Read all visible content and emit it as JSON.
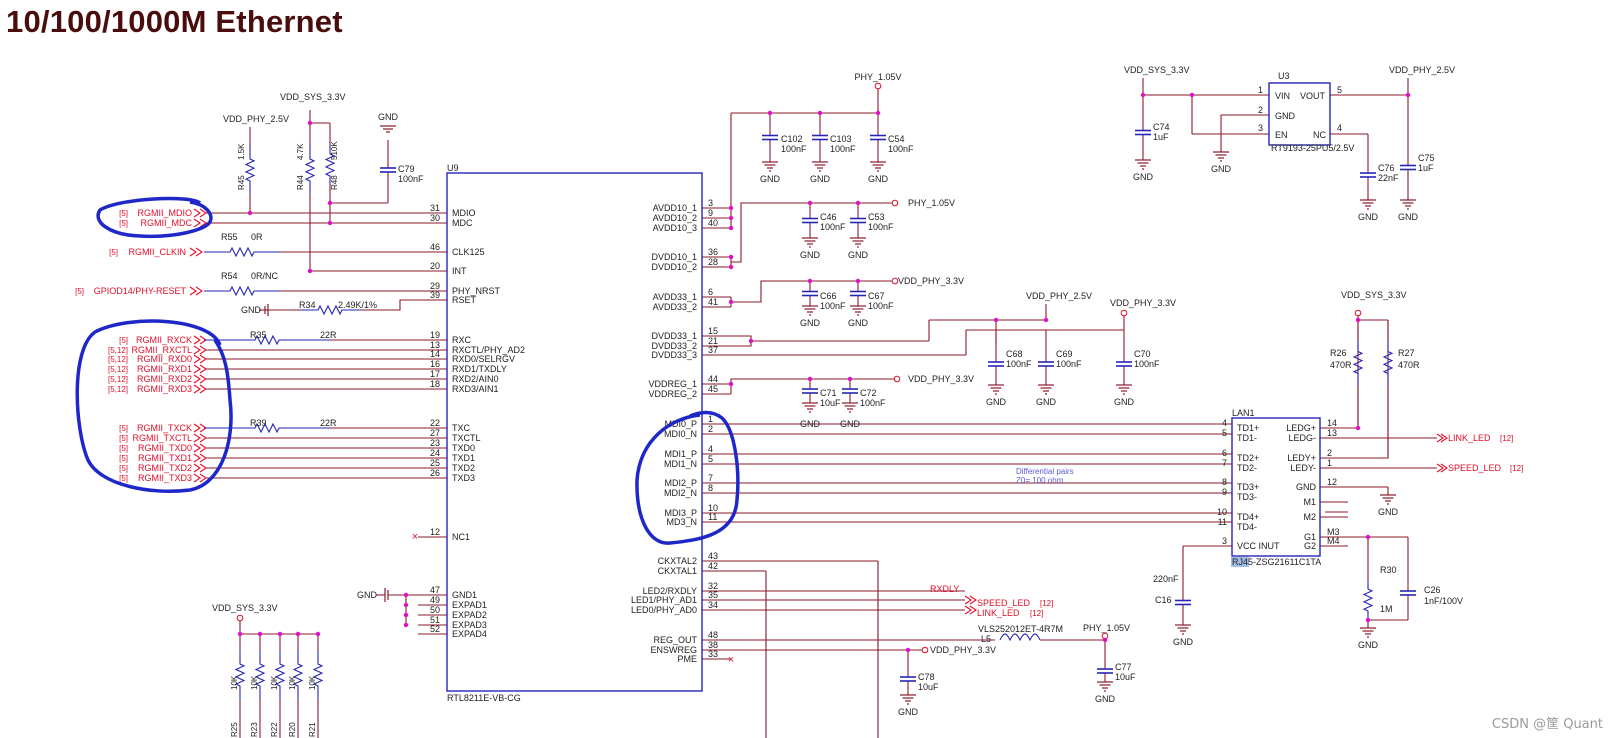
{
  "title": "10/100/1000M Ethernet",
  "watermark": "CSDN @筐 Quant",
  "colors": {
    "wire": "#8b1a2a",
    "part": "#2525b8",
    "net": "#e0102a",
    "junction": "#e010c8",
    "highlight": "#1e28c8",
    "label": "#222222"
  },
  "u9": {
    "ref": "U9",
    "part": "RTL8211E-VB-CG",
    "left_pins": [
      {
        "num": "31",
        "name": "MDIO"
      },
      {
        "num": "30",
        "name": "MDC"
      },
      {
        "num": "46",
        "name": "CLK125"
      },
      {
        "num": "20",
        "name": "INT"
      },
      {
        "num": "29",
        "name": "PHY_NRST"
      },
      {
        "num": "39",
        "name": "RSET"
      },
      {
        "num": "19",
        "name": "RXC"
      },
      {
        "num": "13",
        "name": "RXCTL/PHY_AD2"
      },
      {
        "num": "14",
        "name": "RXD0/SELRGV"
      },
      {
        "num": "16",
        "name": "RXD1/TXDLY"
      },
      {
        "num": "17",
        "name": "RXD2/AIN0"
      },
      {
        "num": "18",
        "name": "RXD3/AIN1"
      },
      {
        "num": "22",
        "name": "TXC"
      },
      {
        "num": "27",
        "name": "TXCTL"
      },
      {
        "num": "23",
        "name": "TXD0"
      },
      {
        "num": "24",
        "name": "TXD1"
      },
      {
        "num": "25",
        "name": "TXD2"
      },
      {
        "num": "26",
        "name": "TXD3"
      },
      {
        "num": "12",
        "name": "NC1"
      },
      {
        "num": "47",
        "name": "GND1"
      },
      {
        "num": "49",
        "name": "EXPAD1"
      },
      {
        "num": "50",
        "name": "EXPAD2"
      },
      {
        "num": "51",
        "name": "EXPAD3"
      },
      {
        "num": "52",
        "name": "EXPAD4"
      }
    ],
    "right_pins": [
      {
        "num": "3",
        "name": "AVDD10_1"
      },
      {
        "num": "9",
        "name": "AVDD10_2"
      },
      {
        "num": "40",
        "name": "AVDD10_3"
      },
      {
        "num": "36",
        "name": "DVDD10_1"
      },
      {
        "num": "28",
        "name": "DVDD10_2"
      },
      {
        "num": "6",
        "name": "AVDD33_1"
      },
      {
        "num": "41",
        "name": "AVDD33_2"
      },
      {
        "num": "15",
        "name": "DVDD33_1"
      },
      {
        "num": "21",
        "name": "DVDD33_2"
      },
      {
        "num": "37",
        "name": "DVDD33_3"
      },
      {
        "num": "44",
        "name": "VDDREG_1"
      },
      {
        "num": "45",
        "name": "VDDREG_2"
      },
      {
        "num": "1",
        "name": "MDI0_P"
      },
      {
        "num": "2",
        "name": "MDI0_N"
      },
      {
        "num": "4",
        "name": "MDI1_P"
      },
      {
        "num": "5",
        "name": "MDI1_N"
      },
      {
        "num": "7",
        "name": "MDI2_P"
      },
      {
        "num": "8",
        "name": "MDI2_N"
      },
      {
        "num": "10",
        "name": "MDI3_P"
      },
      {
        "num": "11",
        "name": "MD3_N"
      },
      {
        "num": "43",
        "name": "CKXTAL2"
      },
      {
        "num": "42",
        "name": "CKXTAL1"
      },
      {
        "num": "32",
        "name": "LED2/RXDLY"
      },
      {
        "num": "35",
        "name": "LED1/PHY_AD1"
      },
      {
        "num": "34",
        "name": "LED0/PHY_AD0"
      },
      {
        "num": "48",
        "name": "REG_OUT"
      },
      {
        "num": "38",
        "name": "ENSWREG"
      },
      {
        "num": "33",
        "name": "PME"
      }
    ]
  },
  "nets_left": [
    {
      "sheet": "[5]",
      "name": "RGMII_MDIO"
    },
    {
      "sheet": "[5]",
      "name": "RGMII_MDC"
    },
    {
      "sheet": "[5]",
      "name": "RGMII_CLKIN"
    },
    {
      "sheet": "[5]",
      "name": "GPIOD14/PHY-RESET"
    },
    {
      "sheet": "[5]",
      "name": "RGMII_RXCK"
    },
    {
      "sheet": "[5,12]",
      "name": "RGMII_RXCTL"
    },
    {
      "sheet": "[5,12]",
      "name": "RGMII_RXD0"
    },
    {
      "sheet": "[5,12]",
      "name": "RGMII_RXD1"
    },
    {
      "sheet": "[5,12]",
      "name": "RGMII_RXD2"
    },
    {
      "sheet": "[5,12]",
      "name": "RGMII_RXD3"
    },
    {
      "sheet": "[5]",
      "name": "RGMII_TXCK"
    },
    {
      "sheet": "[5]",
      "name": "RGMII_TXCTL"
    },
    {
      "sheet": "[5]",
      "name": "RGMII_TXD0"
    },
    {
      "sheet": "[5]",
      "name": "RGMII_TXD1"
    },
    {
      "sheet": "[5]",
      "name": "RGMII_TXD2"
    },
    {
      "sheet": "[5]",
      "name": "RGMII_TXD3"
    }
  ],
  "nets_right": [
    {
      "name": "LINK_LED",
      "sheet": "[12]"
    },
    {
      "name": "SPEED_LED",
      "sheet": "[12]"
    },
    {
      "name": "SPEED_LED",
      "sheet": "[12]"
    },
    {
      "name": "LINK_LED",
      "sheet": "[12]"
    },
    {
      "name": "RXDLY",
      "sheet": ""
    }
  ],
  "rails": {
    "vdd_sys": "VDD_SYS_3.3V",
    "vdd_phy25": "VDD_PHY_2.5V",
    "vdd_phy33": "VDD_PHY_3.3V",
    "phy105": "PHY_1.05V",
    "gnd": "GND"
  },
  "resistors": [
    {
      "ref": "R45",
      "value": "1.5K"
    },
    {
      "ref": "R44",
      "value": "4.7K"
    },
    {
      "ref": "R48",
      "value": "510K"
    },
    {
      "ref": "R55",
      "value": "0R"
    },
    {
      "ref": "R54",
      "value": "0R/NC"
    },
    {
      "ref": "R34",
      "value": "2.49K/1%"
    },
    {
      "ref": "R35",
      "value": "22R"
    },
    {
      "ref": "R39",
      "value": "22R"
    },
    {
      "ref": "R26",
      "value": "470R"
    },
    {
      "ref": "R27",
      "value": "470R"
    },
    {
      "ref": "R30",
      "value": "1M"
    },
    {
      "ref": "R25",
      "value": "10K"
    },
    {
      "ref": "R23",
      "value": "10K"
    },
    {
      "ref": "R22",
      "value": "10K"
    },
    {
      "ref": "R20",
      "value": "10K"
    },
    {
      "ref": "R21",
      "value": "10K"
    }
  ],
  "capacitors": [
    {
      "ref": "C79",
      "value": "100nF"
    },
    {
      "ref": "C102",
      "value": "100nF"
    },
    {
      "ref": "C103",
      "value": "100nF"
    },
    {
      "ref": "C54",
      "value": "100nF"
    },
    {
      "ref": "C46",
      "value": "100nF"
    },
    {
      "ref": "C53",
      "value": "100nF"
    },
    {
      "ref": "C66",
      "value": "100nF"
    },
    {
      "ref": "C67",
      "value": "100nF"
    },
    {
      "ref": "C68",
      "value": "100nF"
    },
    {
      "ref": "C69",
      "value": "100nF"
    },
    {
      "ref": "C70",
      "value": "100nF"
    },
    {
      "ref": "C71",
      "value": "10uF"
    },
    {
      "ref": "C72",
      "value": "100nF"
    },
    {
      "ref": "C74",
      "value": "1uF"
    },
    {
      "ref": "C76",
      "value": "22nF"
    },
    {
      "ref": "C75",
      "value": "1uF"
    },
    {
      "ref": "C16",
      "value": "220nF"
    },
    {
      "ref": "C26",
      "value": "1nF/100V"
    },
    {
      "ref": "C78",
      "value": "10uF"
    },
    {
      "ref": "C77",
      "value": "10uF"
    }
  ],
  "u3": {
    "ref": "U3",
    "part": "RT9193-25PU5/2.5V",
    "pins": [
      {
        "num": "1",
        "name": "VIN"
      },
      {
        "num": "2",
        "name": "GND"
      },
      {
        "num": "3",
        "name": "EN"
      },
      {
        "num": "5",
        "name": "VOUT"
      },
      {
        "num": "4",
        "name": "NC"
      }
    ]
  },
  "lan1": {
    "ref": "LAN1",
    "part": "RJ45-ZSG21611C1TA",
    "left_pins": [
      {
        "num": "4",
        "name": "TD1+"
      },
      {
        "num": "5",
        "name": "TD1-"
      },
      {
        "num": "6",
        "name": "TD2+"
      },
      {
        "num": "7",
        "name": "TD2-"
      },
      {
        "num": "8",
        "name": "TD3+"
      },
      {
        "num": "9",
        "name": "TD3-"
      },
      {
        "num": "10",
        "name": "TD4+"
      },
      {
        "num": "11",
        "name": "TD4-"
      },
      {
        "num": "3",
        "name": "VCC INUT"
      }
    ],
    "right_pins": [
      {
        "num": "14",
        "name": "LEDG+"
      },
      {
        "num": "13",
        "name": "LEDG-"
      },
      {
        "num": "2",
        "name": "LEDY+"
      },
      {
        "num": "1",
        "name": "LEDY-"
      },
      {
        "num": "12",
        "name": "GND"
      },
      {
        "num": "",
        "name": "M1"
      },
      {
        "num": "",
        "name": "M2"
      },
      {
        "num": "M3",
        "name": "G1"
      },
      {
        "num": "M4",
        "name": "G2"
      }
    ]
  },
  "inductor": {
    "ref": "L5",
    "part": "VLS252012ET-4R7M"
  },
  "annotation": {
    "line1": "Differential pairs",
    "line2": "Z0= 100 ohm"
  }
}
